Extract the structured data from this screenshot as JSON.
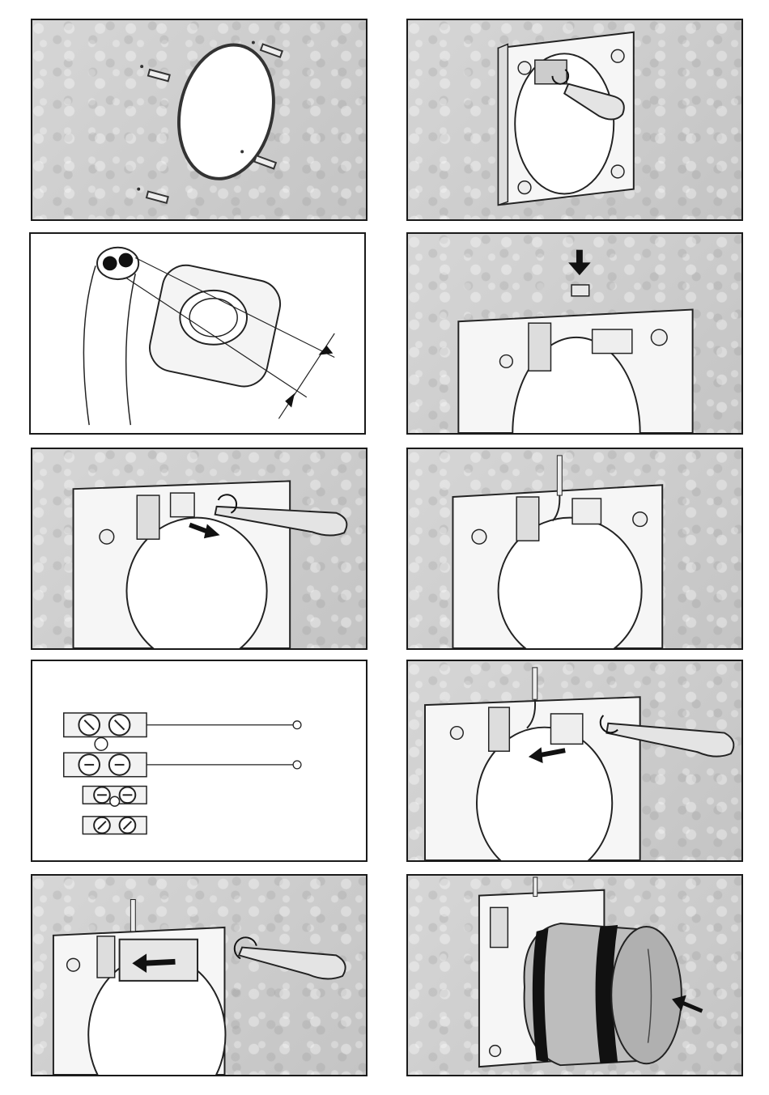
{
  "manual": {
    "panels": [
      {
        "id": 1,
        "step_icon": "wall-plugs-and-duct-opening-illustration"
      },
      {
        "id": 2,
        "step_icon": "screw-backplate-to-wall-illustration"
      },
      {
        "id": 3,
        "step_icon": "cable-grommet-diameter-illustration"
      },
      {
        "id": 4,
        "step_icon": "insert-grommet-illustration"
      },
      {
        "id": 5,
        "step_icon": "tighten-cable-clamp-illustration"
      },
      {
        "id": 6,
        "step_icon": "cable-routed-illustration"
      },
      {
        "id": 7,
        "step_icon": "terminal-block-wiring-diagram"
      },
      {
        "id": 8,
        "step_icon": "connect-wires-illustration"
      },
      {
        "id": 9,
        "step_icon": "fit-terminal-cover-illustration"
      },
      {
        "id": 10,
        "step_icon": "fit-front-cover-illustration"
      }
    ],
    "colors": {
      "frame": "#1a1a1a",
      "wall": "#cfcfcf",
      "line": "#222222"
    }
  }
}
